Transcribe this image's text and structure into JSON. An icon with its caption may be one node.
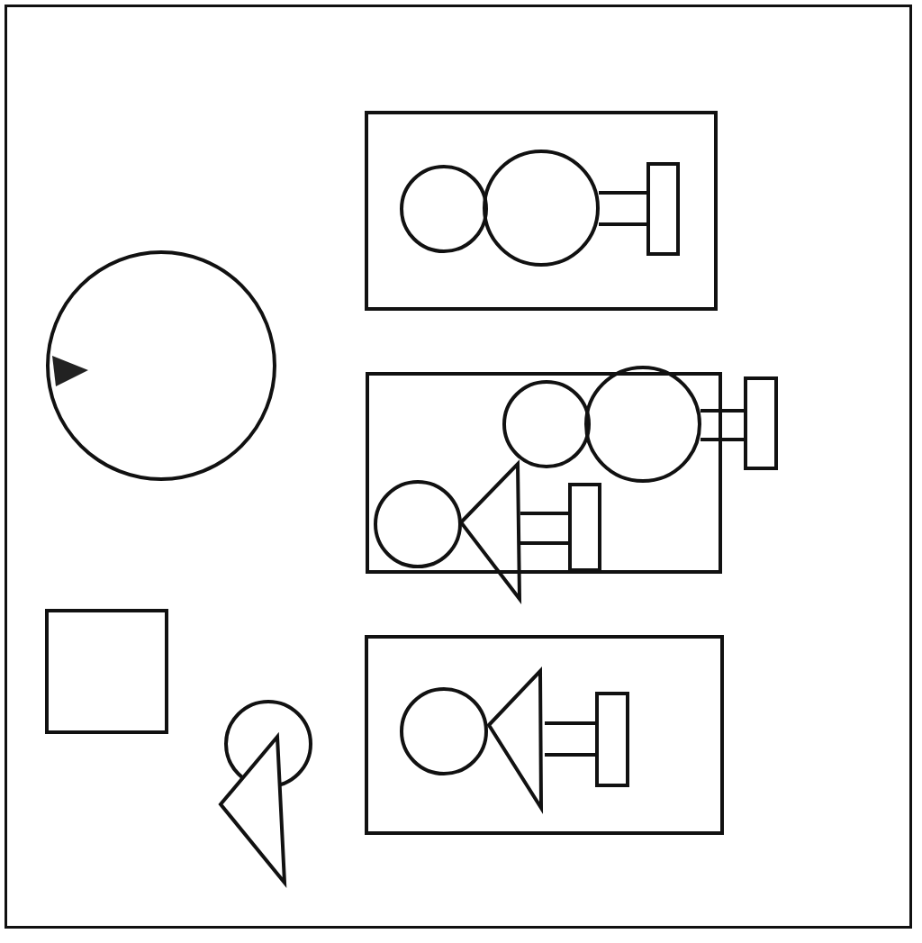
{
  "diagram": {
    "nodes": [
      {
        "text": [],
        "shape": "box"
      },
      {
        "text": [],
        "shape": "circle"
      },
      {
        "text": [],
        "shape": "box"
      },
      {
        "text": [],
        "shape": "box"
      },
      {
        "text": [],
        "shape": "box"
      }
    ]
  }
}
